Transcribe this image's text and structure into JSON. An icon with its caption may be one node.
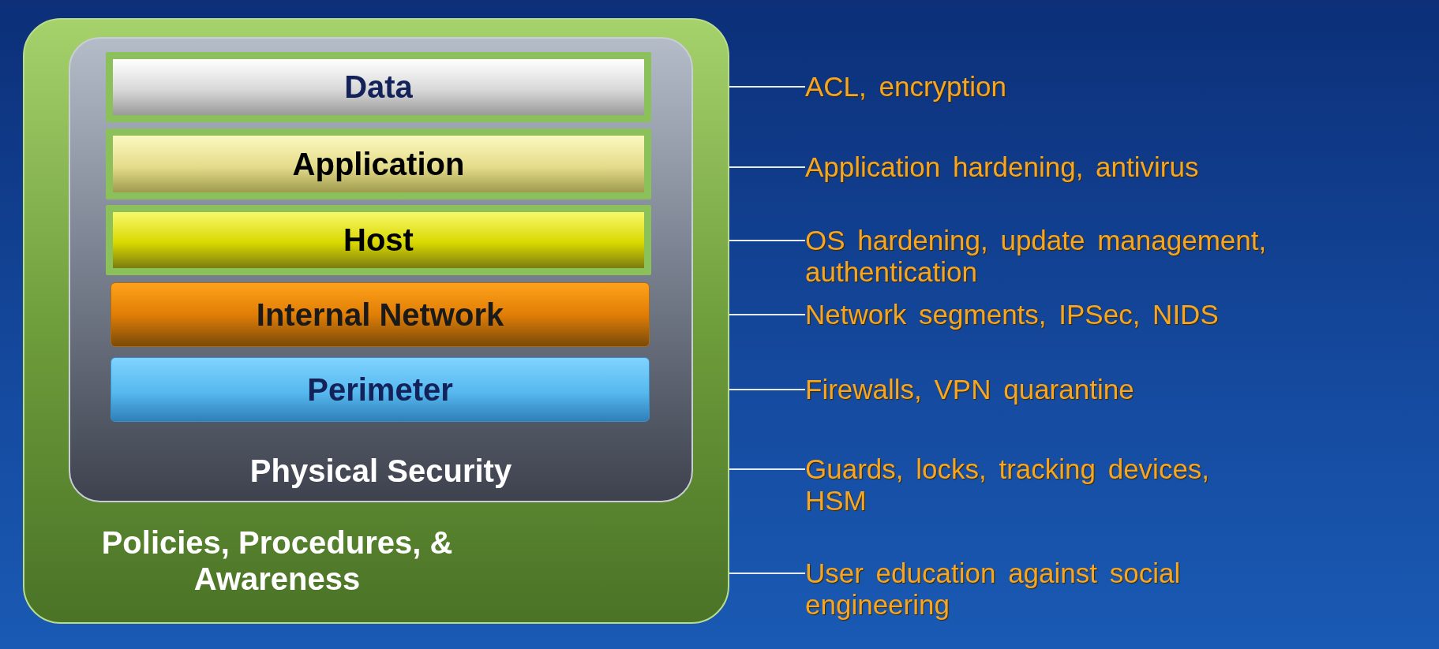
{
  "diagram": {
    "nodes": [
      {
        "text": [
          "Policies, Procedures, & Awareness"
        ]
      },
      {
        "text": [
          "Physical Security"
        ],
        "in": 0
      },
      {
        "text": [
          "Data"
        ],
        "in": 1
      },
      {
        "text": [
          "Application"
        ],
        "in": 1
      },
      {
        "text": [
          "Host"
        ],
        "in": 1
      },
      {
        "text": [
          "Internal Network"
        ],
        "in": 1
      },
      {
        "text": [
          "Perimeter"
        ],
        "in": 1
      },
      {
        "text": [
          "ACL, encryption"
        ]
      },
      {
        "text": [
          "Application hardening, antivirus"
        ]
      },
      {
        "text": [
          "OS hardening, update management, authentication"
        ]
      },
      {
        "text": [
          "Network segments, IPSec, NIDS"
        ]
      },
      {
        "text": [
          "Firewalls, VPN quarantine"
        ]
      },
      {
        "text": [
          "Guards, locks, tracking devices, HSM"
        ]
      },
      {
        "text": [
          "User education against social engineering"
        ]
      }
    ],
    "edges": [
      {
        "from": 7,
        "to": 2,
        "arrow": "none"
      },
      {
        "from": 8,
        "to": 3,
        "arrow": "none"
      },
      {
        "from": 9,
        "to": 4,
        "arrow": "none"
      },
      {
        "from": 10,
        "to": 5,
        "arrow": "none"
      },
      {
        "from": 11,
        "to": 6,
        "arrow": "none"
      },
      {
        "from": 12,
        "to": 1,
        "arrow": "none"
      },
      {
        "from": 13,
        "to": 0,
        "arrow": "none"
      }
    ]
  }
}
